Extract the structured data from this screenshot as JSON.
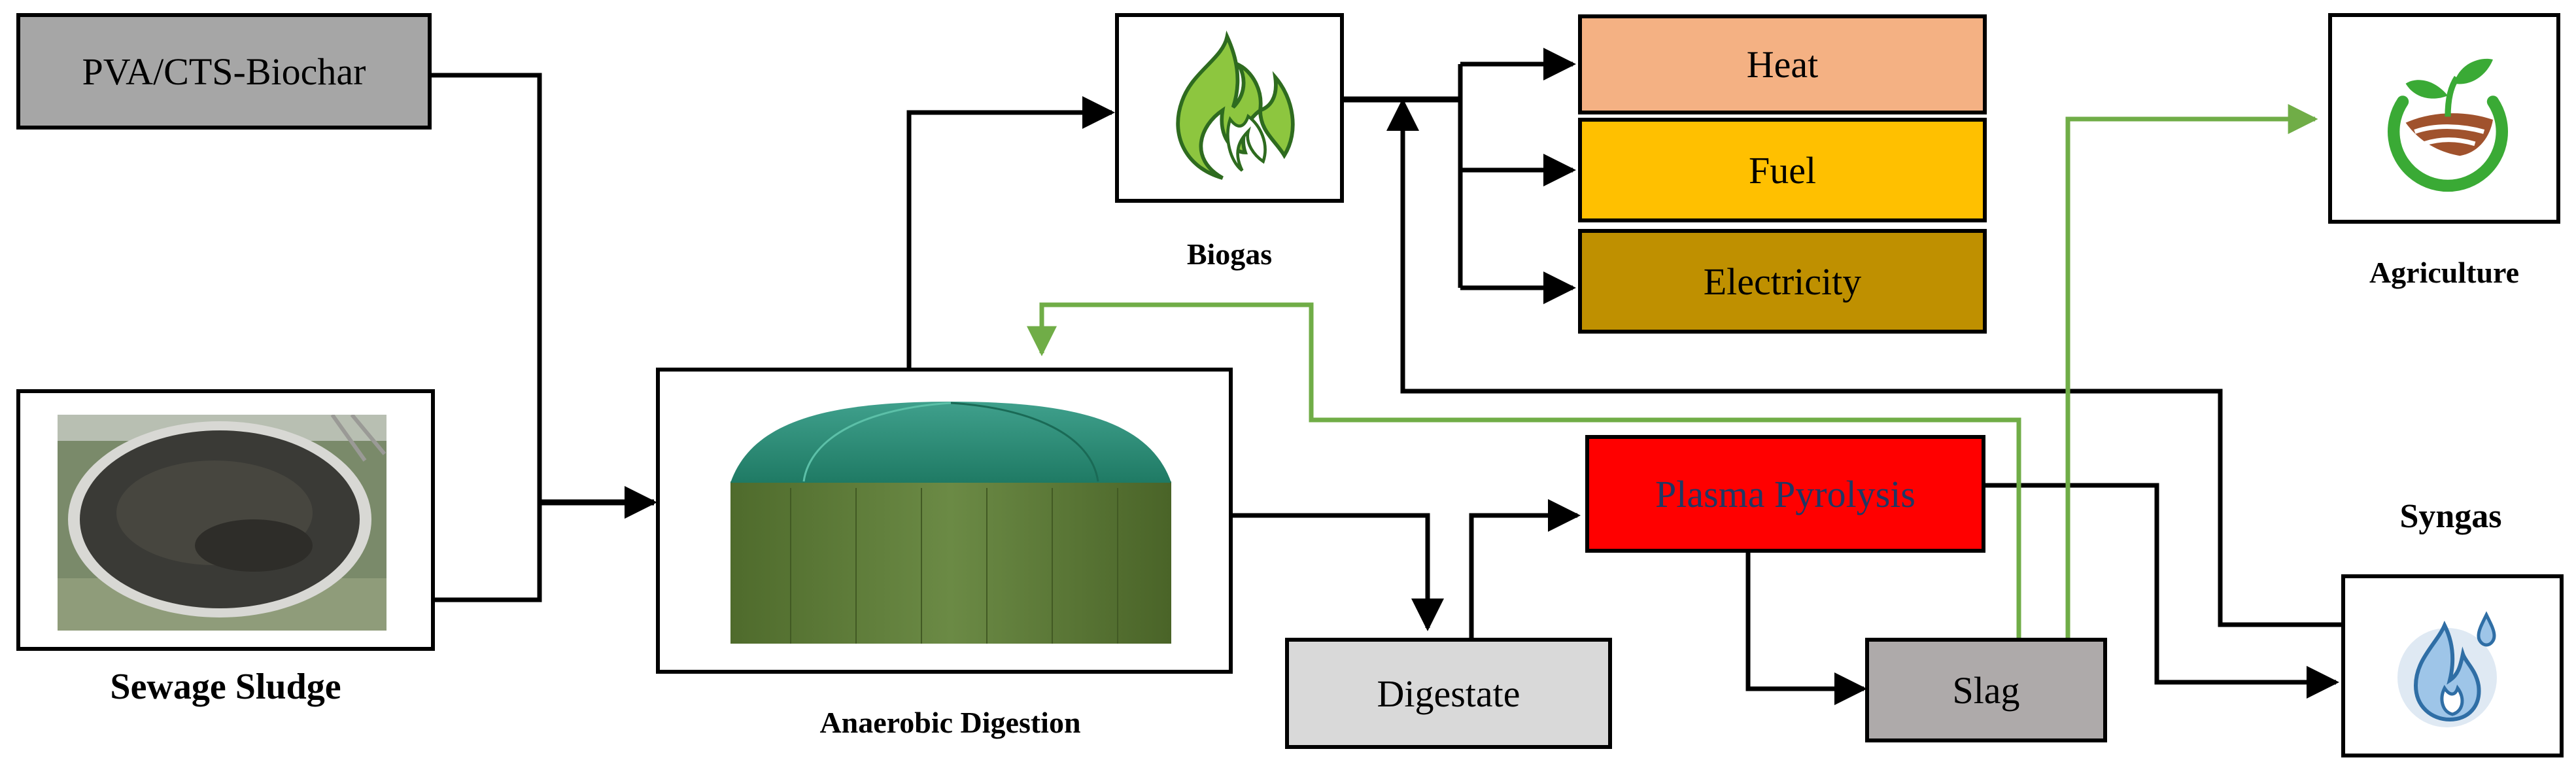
{
  "nodes": {
    "biochar": {
      "label": "PVA/CTS-Biochar",
      "fill": "#a6a6a6"
    },
    "heat": {
      "label": "Heat",
      "fill": "#f4b183"
    },
    "fuel": {
      "label": "Fuel",
      "fill": "#ffc000"
    },
    "electricity": {
      "label": "Electricity",
      "fill": "#bf9000"
    },
    "plasma": {
      "label": "Plasma Pyrolysis",
      "fill": "#ff0000",
      "text_color": "#1f3864"
    },
    "digestate": {
      "label": "Digestate",
      "fill": "#d9d9d9"
    },
    "slag": {
      "label": "Slag",
      "fill": "#aeaaaa"
    }
  },
  "captions": {
    "biogas": "Biogas",
    "agriculture": "Agriculture",
    "syngas": "Syngas",
    "sewage": "Sewage Sludge",
    "anaerobic": "Anaerobic Digestion"
  },
  "icons": {
    "biogas": "green-flame-icon",
    "agriculture": "plant-soil-icon",
    "syngas": "blue-flame-water-drop-icon",
    "sewage": "sludge-tank-photo",
    "digester": "digester-tank-icon"
  },
  "colors": {
    "arrow": "#000000",
    "recycle_arrow": "#70ad47"
  }
}
